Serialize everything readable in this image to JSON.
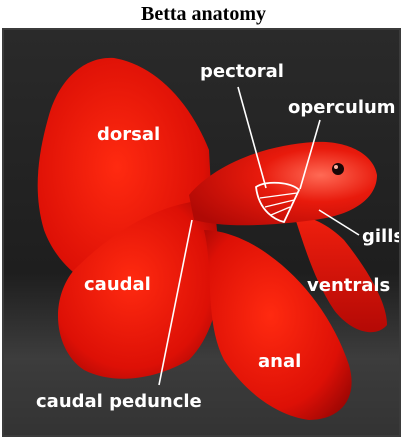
{
  "title": "Betta anatomy",
  "photo": {
    "subject": "betta-fish",
    "labels": {
      "pectoral": "pectoral",
      "operculum": "operculum",
      "dorsal": "dorsal",
      "gills": "gills",
      "caudal": "caudal",
      "ventrals": "ventrals",
      "anal": "anal",
      "caudal_peduncle": "caudal peduncle"
    }
  },
  "colors": {
    "fish_red": "#e51206",
    "fin_dark": "#a30805",
    "background": "#242424",
    "label_text": "#ffffff"
  }
}
